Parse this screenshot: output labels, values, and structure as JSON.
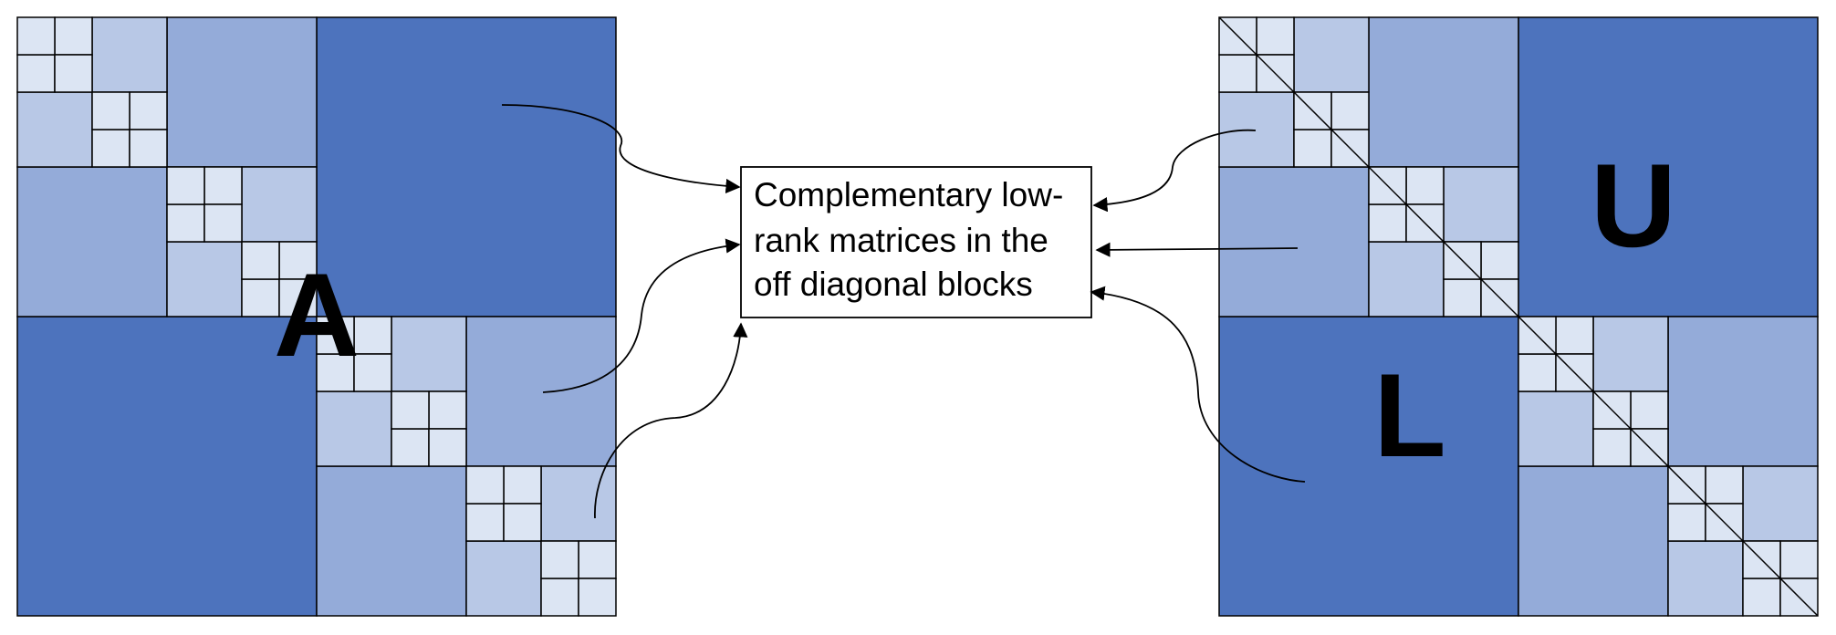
{
  "labels": {
    "matrix_left": "A",
    "upper": "U",
    "lower": "L"
  },
  "callout": {
    "lines": [
      "Complementary low-",
      "rank matrices in the",
      "off diagonal blocks"
    ]
  },
  "hierarchy": {
    "levels": 4,
    "colors": [
      "#4d73bd",
      "#94abd9",
      "#b8c8e6",
      "#dce5f3"
    ]
  }
}
